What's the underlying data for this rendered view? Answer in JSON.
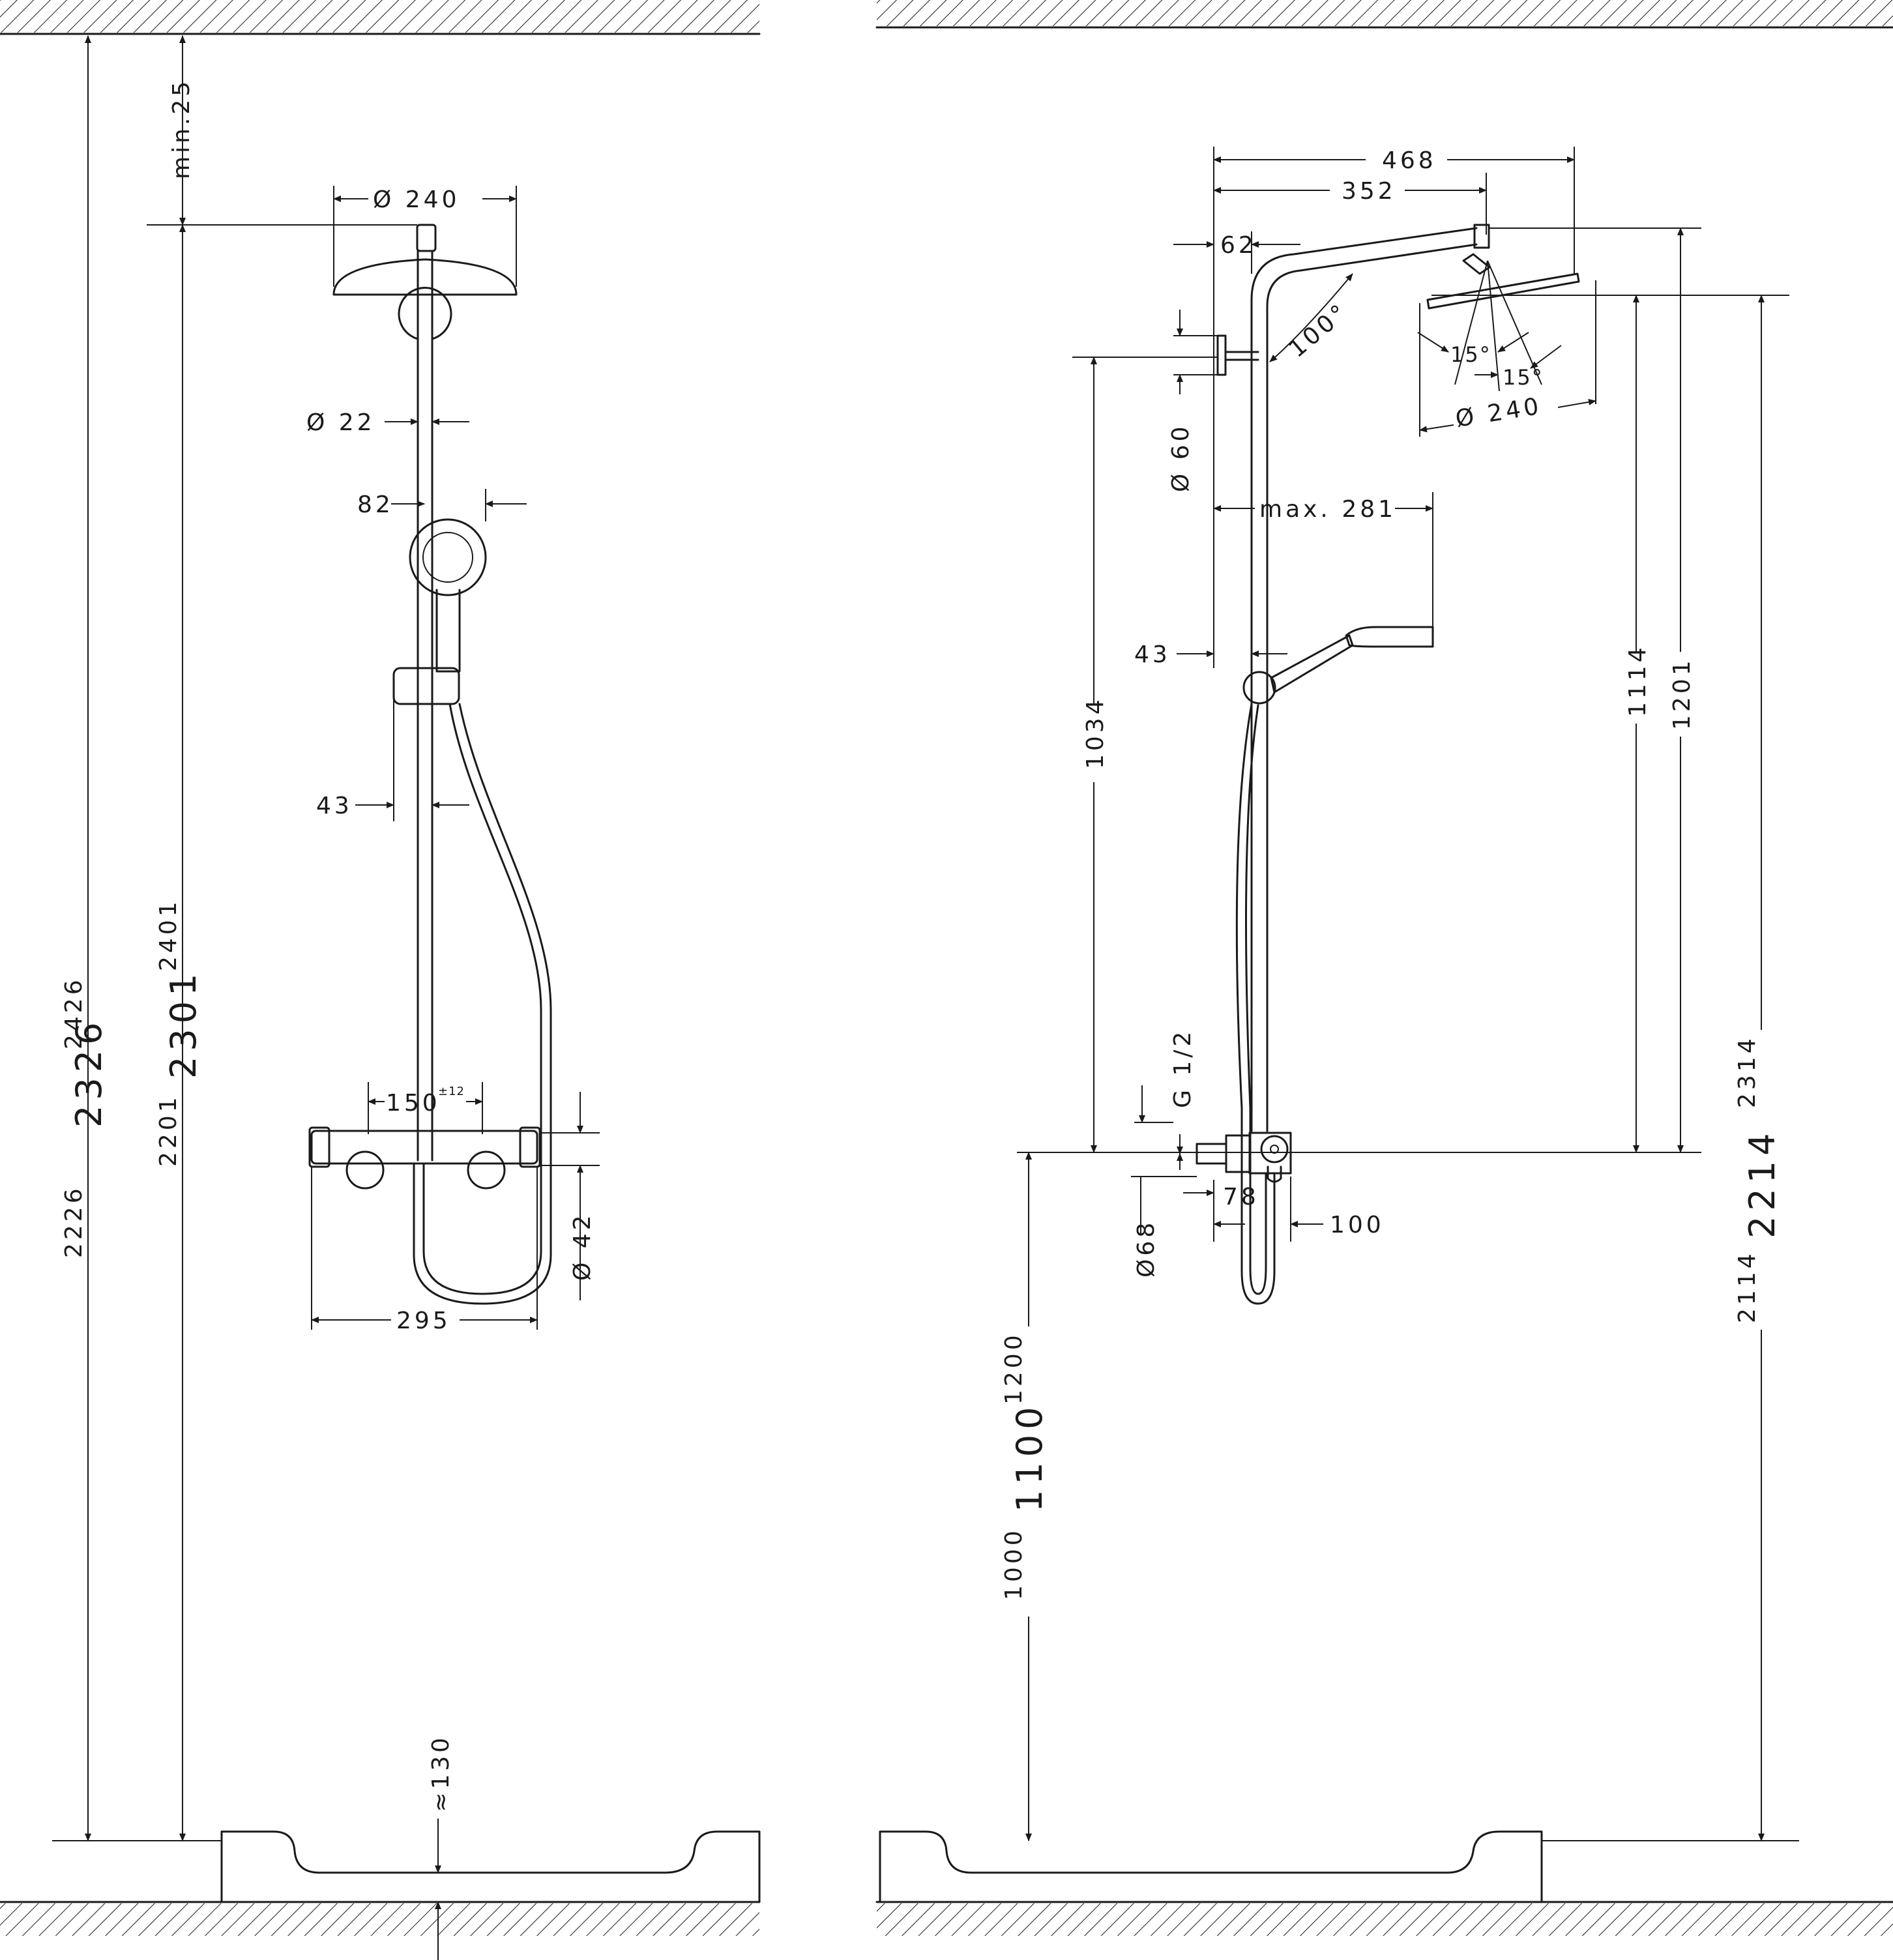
{
  "left_view": {
    "min_top": "min.25",
    "head_diameter": "Ø 240",
    "pipe_diameter": "Ø 22",
    "hand_shower_offset": "82",
    "holder_offset": "43",
    "height_total_min": "2226",
    "height_total": "2326",
    "height_total_max": "2426",
    "height_head_min": "2201",
    "height_head": "2301",
    "height_head_max": "2401",
    "mixer_spacing": "150",
    "mixer_spacing_tol": "±12",
    "mixer_depth": "Ø 42",
    "mixer_width": "295",
    "tray_clearance": "≈130"
  },
  "right_view": {
    "arm_total": "468",
    "arm_head": "352",
    "wall_offset": "62",
    "arm_angle": "100°",
    "tilt_left": "15°",
    "tilt_right": "15°",
    "head_diameter": "Ø 240",
    "bracket_diameter": "Ø 60",
    "hand_reach": "max. 281",
    "holder_offset": "43",
    "bracket_height": "1034",
    "head_height": "1114",
    "arm_height": "1201",
    "thread": "G 1/2",
    "escutcheon": "Ø68",
    "mixer_depth": "78",
    "mixer_projection": "100",
    "mixer_height_min": "1000",
    "mixer_height": "1100",
    "mixer_height_max": "1200",
    "total_height_min": "2114",
    "total_height": "2214",
    "total_height_max": "2314"
  }
}
